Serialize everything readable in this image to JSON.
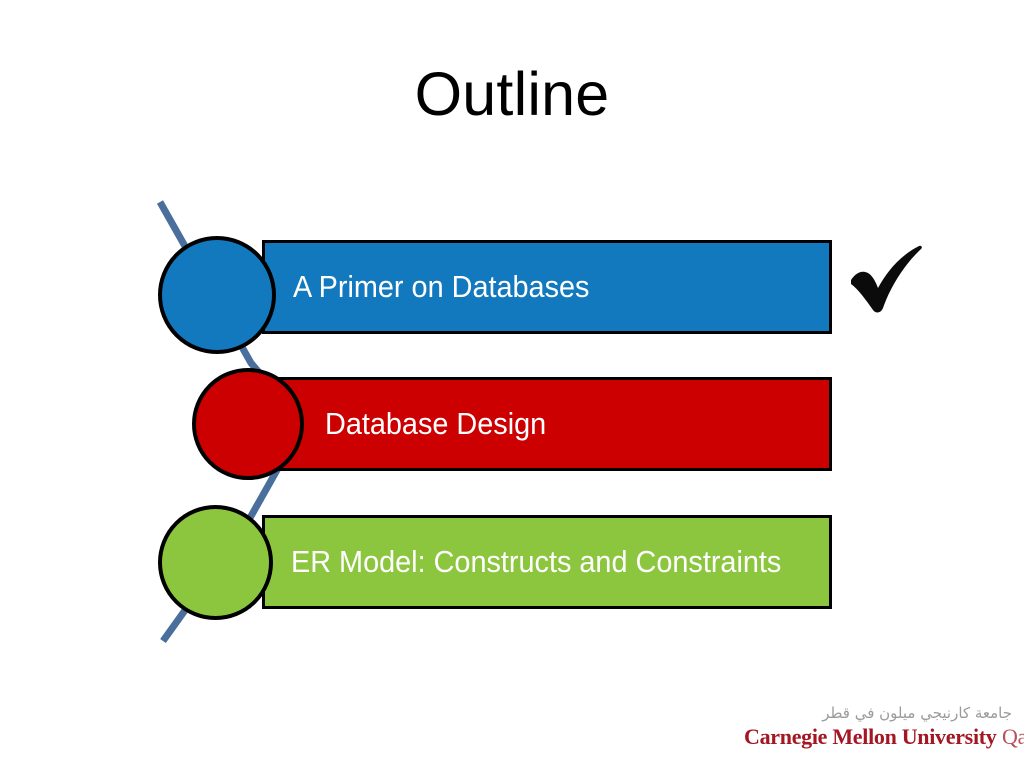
{
  "slide": {
    "title": "Outline",
    "background_color": "#ffffff"
  },
  "outline": {
    "stages": [
      {
        "index": 1,
        "label": "A Primer on Databases",
        "color": "#1279be",
        "color_name": "blue",
        "completed": true,
        "marker": "check-mark"
      },
      {
        "index": 2,
        "label": "Database Design",
        "color": "#cc0000",
        "color_name": "red",
        "completed": false,
        "marker": ""
      },
      {
        "index": 3,
        "label": "ER Model: Constructs and Constraints",
        "color": "#8cc63f",
        "color_name": "green",
        "completed": false,
        "marker": ""
      }
    ],
    "connector_color": "#4a6f9c",
    "outline_color": "#000000",
    "label_color": "#ffffff"
  },
  "logo": {
    "arabic": "جامعة كارنيجي ميلون في قطر",
    "primary": "Carnegie Mellon University",
    "secondary": "Qatar",
    "primary_color": "#a31622",
    "secondary_color": "#b8505a",
    "arabic_color": "#9b9b9b"
  }
}
